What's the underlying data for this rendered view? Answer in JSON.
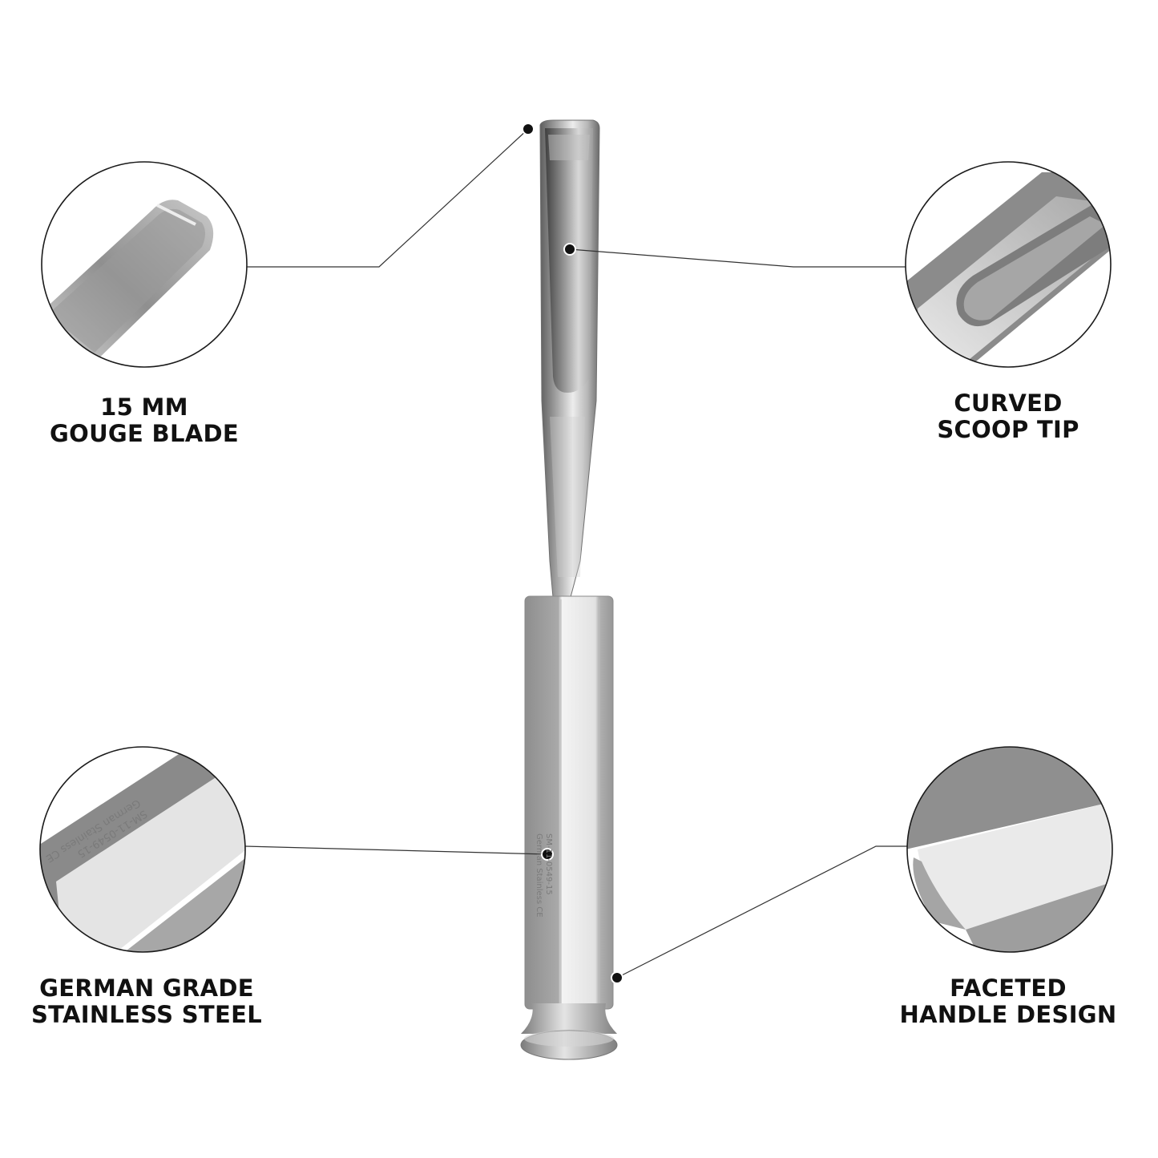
{
  "callouts": [
    {
      "id": "gouge-blade",
      "lines": [
        "15 MM",
        "GOUGE BLADE"
      ]
    },
    {
      "id": "scoop-tip",
      "lines": [
        "CURVED",
        "SCOOP TIP"
      ]
    },
    {
      "id": "steel",
      "lines": [
        "GERMAN GRADE",
        "STAINLESS STEEL"
      ]
    },
    {
      "id": "handle",
      "lines": [
        "FACETED",
        "HANDLE DESIGN"
      ]
    }
  ],
  "engraving": {
    "code": "SM-11-0549-15",
    "brand": "German Stainless",
    "mark": "CE"
  },
  "colors": {
    "line": "#333333",
    "dot": "#111111",
    "steel_light": "#e9e9e9",
    "steel_mid": "#a7a7a7",
    "steel_dark": "#6b6b6b"
  }
}
